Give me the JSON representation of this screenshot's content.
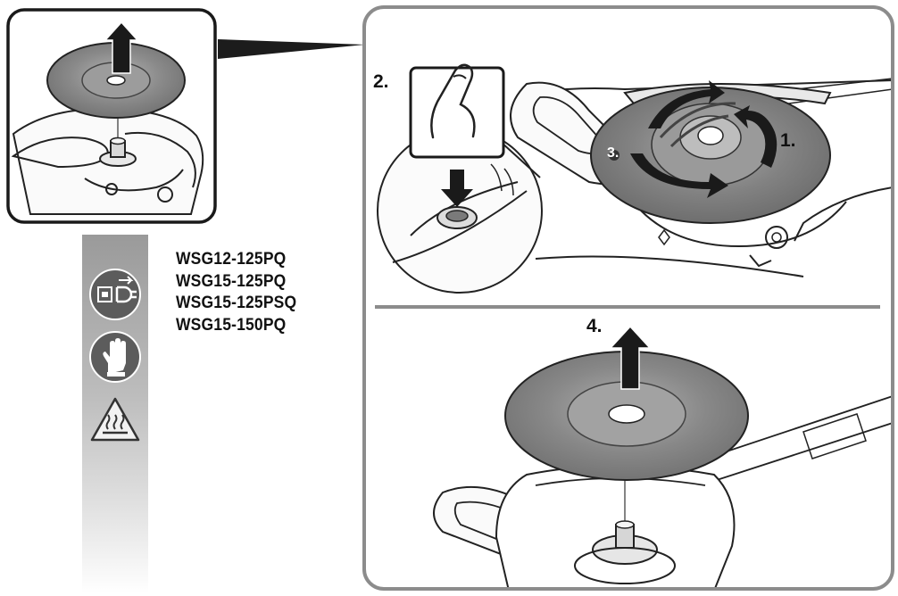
{
  "models": [
    "WSG12-125PQ",
    "WSG15-125PQ",
    "WSG15-125PSQ",
    "WSG15-150PQ"
  ],
  "steps": {
    "step1": "1.",
    "step2": "2.",
    "step3": "3.",
    "step4": "4."
  },
  "icons": [
    "unplug-power-icon",
    "protective-gloves-icon",
    "hot-surface-warning-icon"
  ],
  "colors": {
    "line": "#222222",
    "disc": "#7a7a7a",
    "panel_border": "#8c8c8c",
    "strip_top": "#9a9a9a",
    "icon_circle": "#5c5c5c"
  }
}
